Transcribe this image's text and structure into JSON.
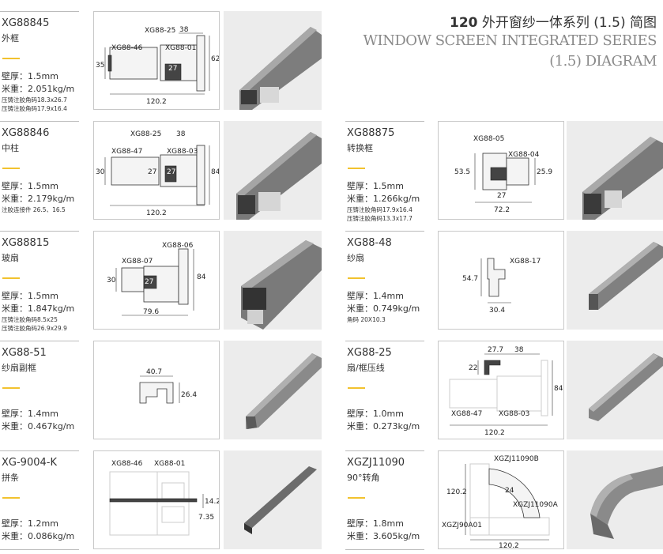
{
  "header": {
    "title_num": "120",
    "title_zh": "外开窗纱一体系列 (1.5) 简图",
    "title_en_1": "WINDOW SCREEN INTEGRATED SERIES",
    "title_en_2": "(1.5) DIAGRAM"
  },
  "left": [
    {
      "code": "XG88845",
      "name": "外框",
      "thickness": "壁厚：1.5mm",
      "weight": "米重：2.051kg/m",
      "notes": [
        "压铸注胶角码18.3x26.7",
        "压铸注胶角码17.9x16.4"
      ],
      "labels": [
        "XG88-25",
        "38",
        "XG88-46",
        "XG88-01",
        "35",
        "62",
        "27",
        "120.2"
      ]
    },
    {
      "code": "XG88846",
      "name": "中柱",
      "thickness": "壁厚：1.5mm",
      "weight": "米重：2.179kg/m",
      "notes": [
        "注胶连接件 26.5、16.5"
      ],
      "labels": [
        "XG88-25",
        "38",
        "XG88-47",
        "XG88-03",
        "30",
        "27",
        "27",
        "84",
        "120.2"
      ]
    },
    {
      "code": "XG88815",
      "name": "玻扇",
      "thickness": "壁厚：1.5mm",
      "weight": "米重：1.847kg/m",
      "notes": [
        "压铸注胶角码8.5x25",
        "压铸注胶角码26.9x29.9"
      ],
      "labels": [
        "XG88-06",
        "XG88-07",
        "30",
        "27",
        "84",
        "79.6"
      ]
    },
    {
      "code": "XG88-51",
      "name": "纱扇副框",
      "thickness": "壁厚：1.4mm",
      "weight": "米重：0.467kg/m",
      "notes": [],
      "labels": [
        "40.7",
        "26.4"
      ]
    },
    {
      "code": "XG-9004-K",
      "name": "拼条",
      "thickness": "壁厚：1.2mm",
      "weight": "米重：0.086kg/m",
      "notes": [],
      "labels": [
        "XG88-46",
        "XG88-01",
        "14.2",
        "7.35"
      ]
    }
  ],
  "right": [
    {
      "code": "XG88875",
      "name": "转换框",
      "thickness": "壁厚：1.5mm",
      "weight": "米重：1.266kg/m",
      "notes": [
        "压铸注胶角码17.9x16.4",
        "压铸注胶角码13.3x17.7"
      ],
      "labels": [
        "XG88-05",
        "XG88-04",
        "53.5",
        "25.9",
        "27",
        "72.2"
      ]
    },
    {
      "code": "XG88-48",
      "name": "纱扇",
      "thickness": "壁厚：1.4mm",
      "weight": "米重：0.749kg/m",
      "notes": [
        "角码 20X10.3"
      ],
      "labels": [
        "XG88-17",
        "54.7",
        "30.4"
      ]
    },
    {
      "code": "XG88-25",
      "name": "扇/框压线",
      "thickness": "壁厚：1.0mm",
      "weight": "米重：0.273kg/m",
      "notes": [],
      "labels": [
        "27.7",
        "38",
        "22",
        "84",
        "XG88-47",
        "XG88-03",
        "120.2"
      ]
    },
    {
      "code": "XGZJ11090",
      "name": "90°转角",
      "thickness": "壁厚：1.8mm",
      "weight": "米重：3.605kg/m",
      "notes": [],
      "labels": [
        "XGZJ11090B",
        "120.2",
        "24",
        "XGZJ11090A",
        "XGZJ90A01",
        "120.2"
      ]
    }
  ],
  "colors": {
    "accent": "#f2c22e",
    "line": "#bbbbbb",
    "profile_dark": "#444444",
    "photo_bg": "#ececec"
  }
}
